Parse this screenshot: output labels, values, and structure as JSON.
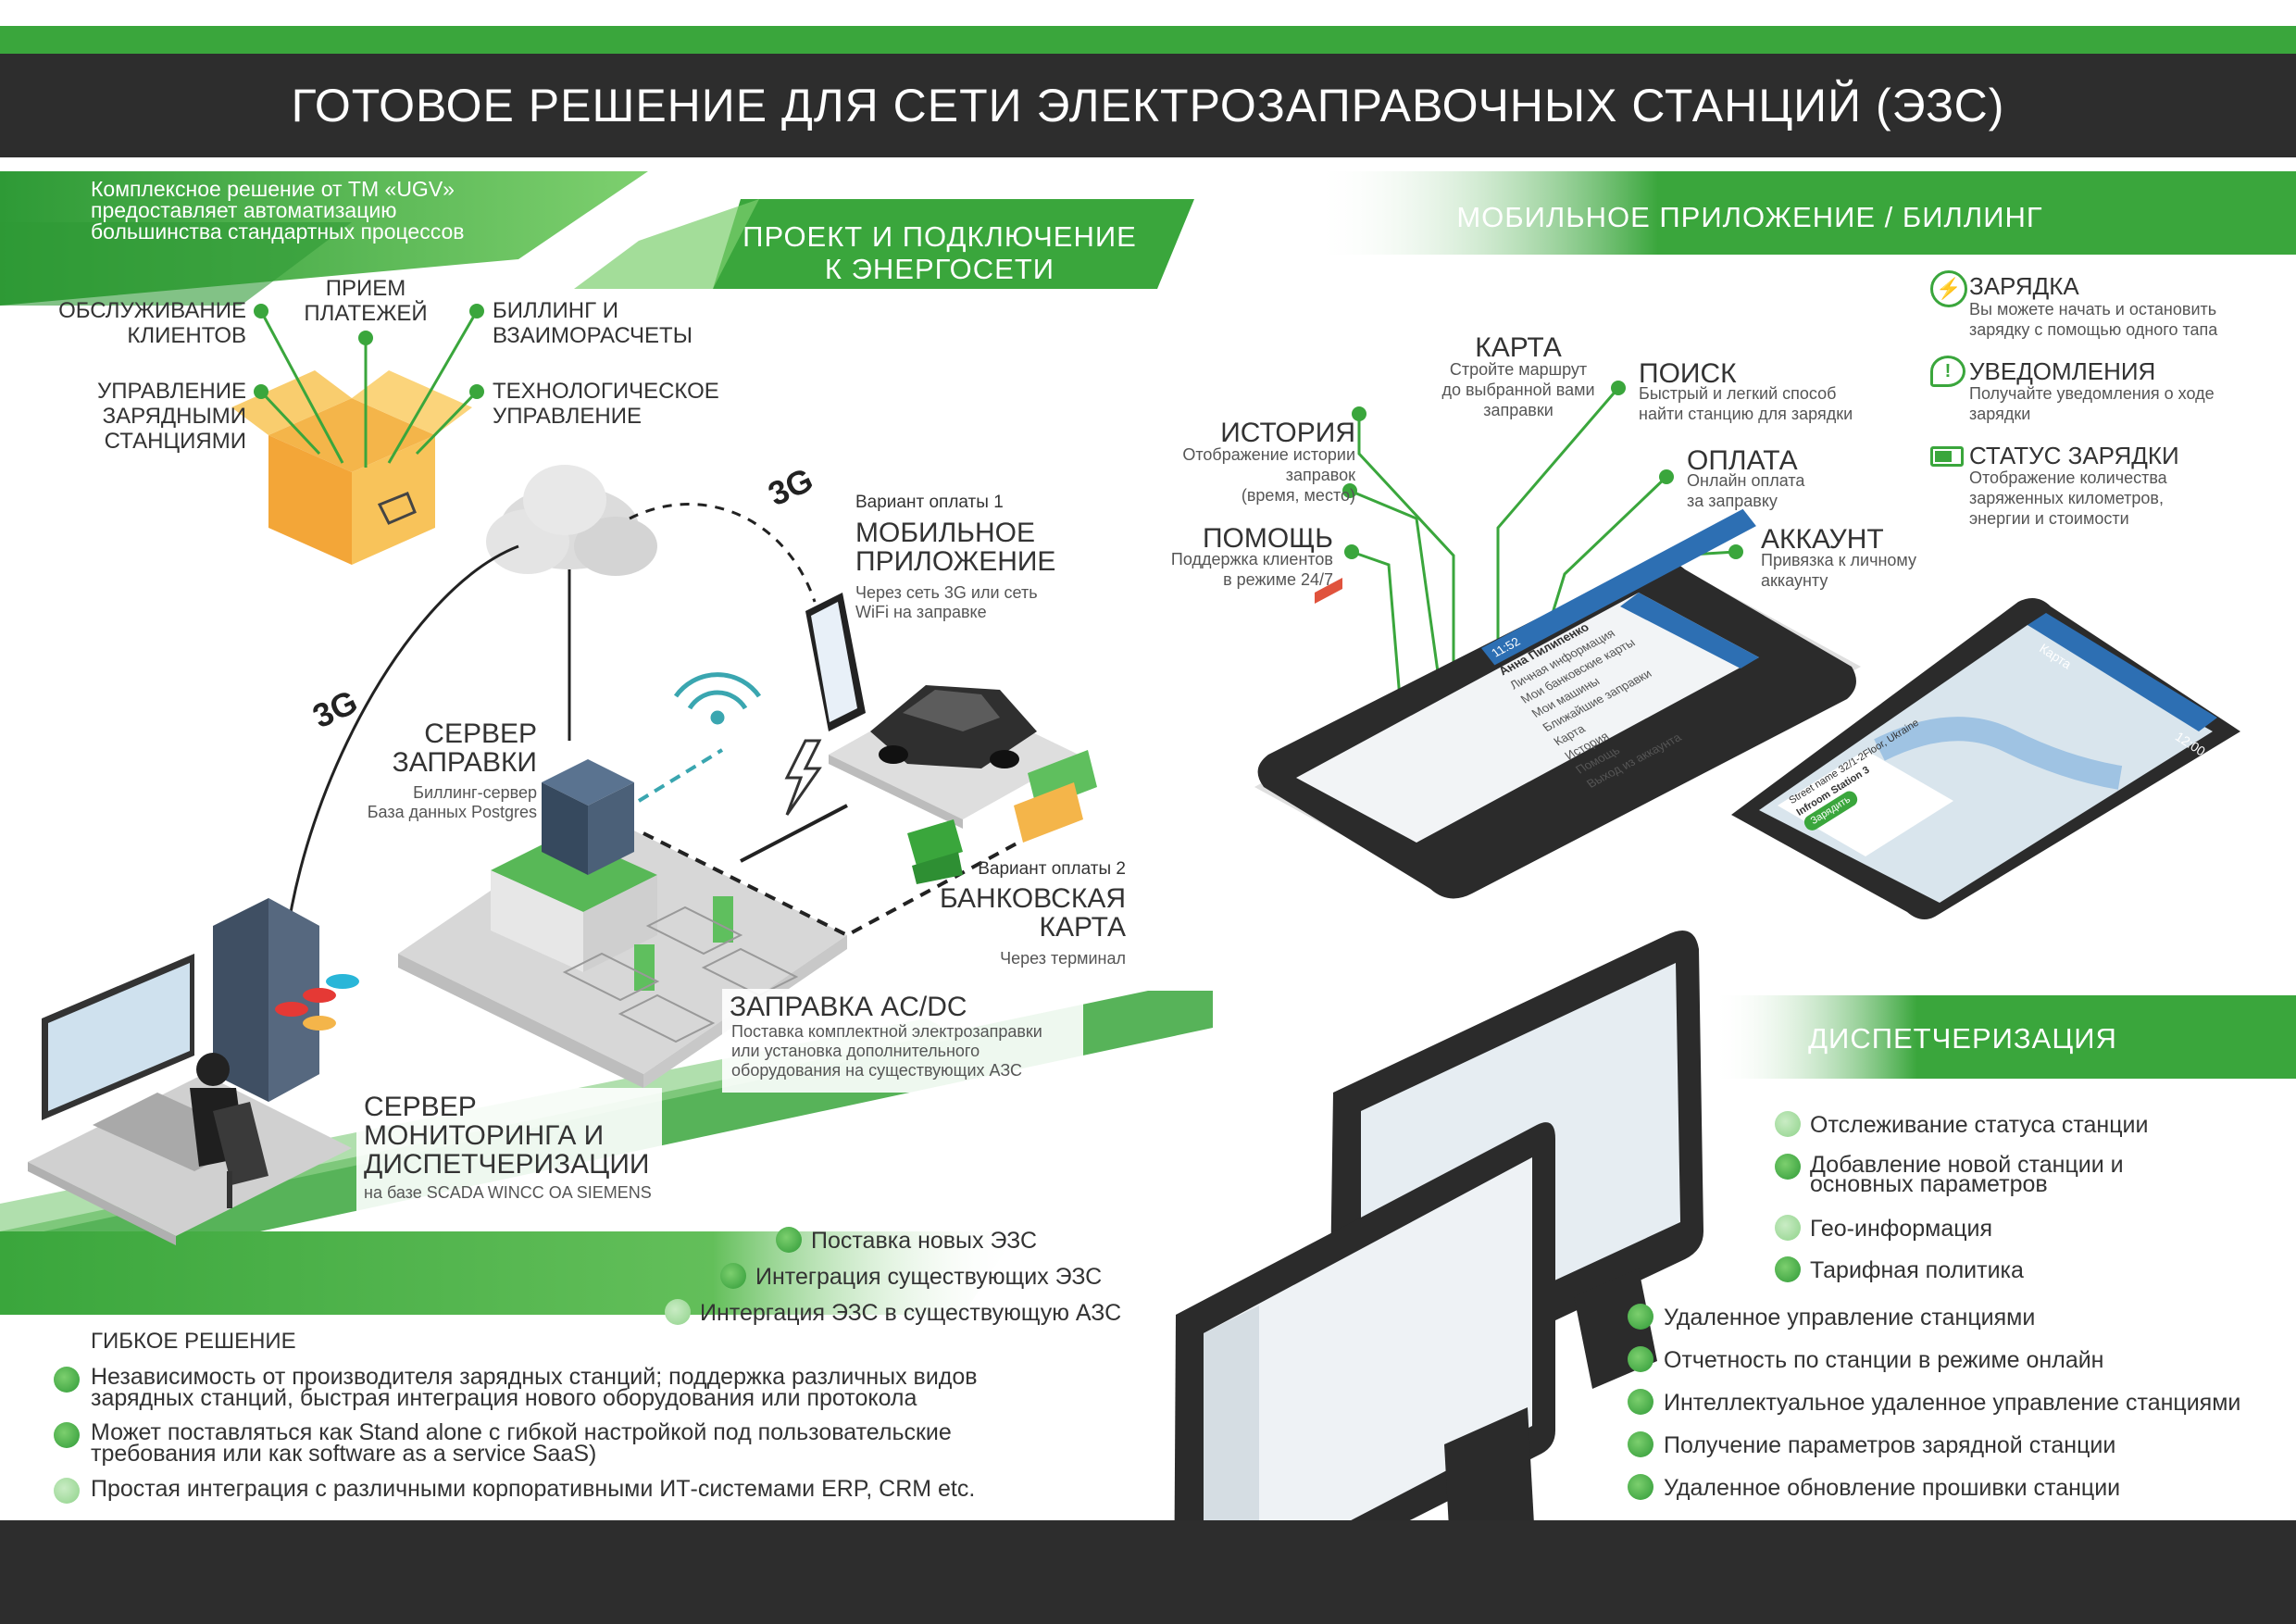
{
  "title": "ГОТОВОЕ РЕШЕНИЕ ДЛЯ СЕТИ ЭЛЕКТРОЗАПРАВОЧНЫХ СТАНЦИЙ (ЭЗС)",
  "intro": {
    "line1": "Комплексное решение от ТМ «UGV»",
    "line2": "предоставляет автоматизацию",
    "line3": "большинства стандартных процессов"
  },
  "box_labels": {
    "client_service_1": "ОБСЛУЖИВАНИЕ",
    "client_service_2": "КЛИЕНТОВ",
    "payments_1": "ПРИЕМ",
    "payments_2": "ПЛАТЕЖЕЙ",
    "billing_1": "БИЛЛИНГ И",
    "billing_2": "ВЗАИМОРАСЧЕТЫ",
    "station_mgmt_1": "УПРАВЛЕНИЕ",
    "station_mgmt_2": "ЗАРЯДНЫМИ",
    "station_mgmt_3": "СТАНЦИЯМИ",
    "tech_mgmt_1": "ТЕХНОЛОГИЧЕСКОЕ",
    "tech_mgmt_2": "УПРАВЛЕНИЕ"
  },
  "project_band": {
    "line1": "ПРОЕКТ И ПОДКЛЮЧЕНИЕ",
    "line2": "К ЭНЕРГОСЕТИ"
  },
  "mobile_band": "МОБИЛЬНОЕ ПРИЛОЖЕНИЕ / БИЛЛИНГ",
  "dispatch_band": "ДИСПЕТЧЕРИЗАЦИЯ",
  "network": {
    "g3_a": "3G",
    "g3_b": "3G"
  },
  "payment1": {
    "variant": "Вариант оплаты 1",
    "title1": "МОБИЛЬНОЕ",
    "title2": "ПРИЛОЖЕНИЕ",
    "desc1": "Через сеть 3G или сеть",
    "desc2": "WiFi  на заправке"
  },
  "payment2": {
    "variant": "Вариант оплаты 2",
    "title1": "БАНКОВСКАЯ",
    "title2": "КАРТА",
    "desc": "Через терминал"
  },
  "station_server": {
    "title1": "СЕРВЕР",
    "title2": "ЗАПРАВКИ",
    "desc1": "Биллинг-сервер",
    "desc2": "База данных Postgres"
  },
  "charging": {
    "title": "ЗАПРАВКА AC/DC",
    "desc1": "Поставка комплектной электрозаправки",
    "desc2": "или установка дополнительного",
    "desc3": "оборудования на существующих АЗС"
  },
  "monitoring": {
    "title1": "СЕРВЕР",
    "title2": "МОНИТОРИНГА И",
    "title3": "ДИСПЕТЧЕРИЗАЦИИ",
    "desc": "на базе SCADA WINCC OA SIEMENS"
  },
  "app_features": {
    "map_title": "КАРТА",
    "map_desc1": "Стройте маршрут",
    "map_desc2": "до выбранной вами",
    "map_desc3": "заправки",
    "search_title": "ПОИСК",
    "search_desc1": "Быстрый и легкий способ",
    "search_desc2": "найти станцию для зарядки",
    "history_title": "ИСТОРИЯ",
    "history_desc1": "Отображение истории",
    "history_desc2": "заправок",
    "history_desc3": "(время, место)",
    "payment_title": "ОПЛАТА",
    "payment_desc1": "Онлайн оплата",
    "payment_desc2": "за заправку",
    "help_title": "ПОМОЩЬ",
    "help_desc1": "Поддержка клиентов",
    "help_desc2": "в режиме 24/7",
    "account_title": "АККАУНТ",
    "account_desc1": "Привязка к личному",
    "account_desc2": "аккаунту"
  },
  "app_right": {
    "charge_title": "ЗАРЯДКА",
    "charge_desc1": "Вы можете начать и остановить",
    "charge_desc2": "зарядку с помощью одного тапа",
    "notif_title": "УВЕДОМЛЕНИЯ",
    "notif_desc1": "Получайте уведомления о ходе",
    "notif_desc2": "зарядки",
    "status_title": "СТАТУС ЗАРЯДКИ",
    "status_desc1": "Отображение количества",
    "status_desc2": "заряженных километров,",
    "status_desc3": "энергии и стоимости"
  },
  "phone1": {
    "time": "11:52",
    "user1": "Анна",
    "user2": "Пилипенко",
    "menu": [
      "Личная информация",
      "Мои банковские карты",
      "Мои машины",
      "Ближайшие заправки",
      "Карта",
      "История",
      "Помощь",
      "Выход из аккаунта"
    ]
  },
  "phone2": {
    "time": "12:00",
    "header": "Карта",
    "card_line1": "Street name 32/1-2Floor, Ukraine",
    "card_line2": "Infroom Station 3",
    "card_btn": "Зарядить"
  },
  "project_bullets": [
    "Поставка новых ЭЗС",
    "Интеграция существующих ЭЗС",
    "Интергация ЭЗС в существующую АЗС"
  ],
  "flexible": {
    "heading": "ГИБКОЕ РЕШЕНИЕ",
    "b1_line1": "Независимость от производителя зарядных станций; поддержка различных видов",
    "b1_line2": "зарядных станций, быстрая интеграция нового оборудования или протокола",
    "b2_line1": "Может поставляться как Stand alone с гибкой настройкой под пользовательские",
    "b2_line2": "требования или как software as a service SaaS)",
    "b3_line1": "Простая интеграция с различными корпоративными ИТ-системами ERP, CRM etc."
  },
  "dispatch_bullets_a": [
    "Отслеживание статуса станции",
    "Добавление новой станции и",
    "основных параметров",
    "Гео-информация",
    "Тарифная политика"
  ],
  "dispatch_bullets_b": [
    "Удаленное управление станциями",
    "Отчетность по станции в режиме онлайн",
    "Интеллектуальное удаленное управление станциями",
    "Получение параметров зарядной станции",
    "Удаленное обновление прошивки станции"
  ],
  "colors": {
    "green": "#3aa63c",
    "dark": "#2d2d2d",
    "light_green": "#8fd28a"
  }
}
